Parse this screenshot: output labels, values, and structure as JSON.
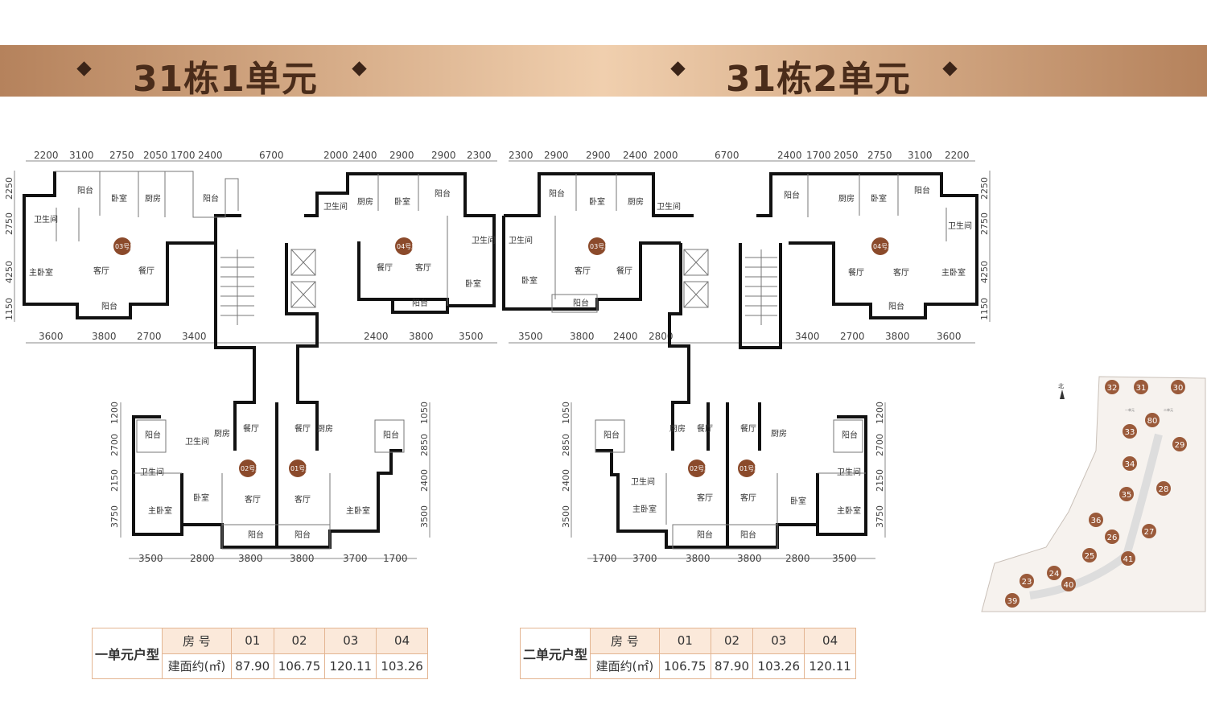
{
  "banner": {
    "left_title": "31栋1单元",
    "right_title": "31栋2单元"
  },
  "dims": {
    "u1_top": [
      "2200",
      "3100",
      "2750",
      "2050",
      "1700",
      "2400",
      "6700",
      "2000",
      "2400",
      "2900",
      "2900",
      "2300"
    ],
    "u1_mid": [
      "3600",
      "3800",
      "2700",
      "3400",
      "2400",
      "3800",
      "3500"
    ],
    "u1_bot": [
      "3500",
      "2800",
      "3800",
      "3800",
      "3700",
      "1700"
    ],
    "u1_left_v": [
      "2250",
      "2750",
      "4250",
      "1150"
    ],
    "u1_left2_v": [
      "1200",
      "2700",
      "2150",
      "3750"
    ],
    "u1_right_v": [
      "1050",
      "2850",
      "2400",
      "3500"
    ],
    "u2_top": [
      "2300",
      "2900",
      "2900",
      "2400",
      "2000",
      "6700",
      "2400",
      "1700",
      "2050",
      "2750",
      "3100",
      "2200"
    ],
    "u2_mid": [
      "3500",
      "3800",
      "2400",
      "2800",
      "3400",
      "2700",
      "3800",
      "3600"
    ],
    "u2_bot": [
      "1700",
      "3700",
      "3800",
      "3800",
      "2800",
      "3500"
    ],
    "u2_left_v": [
      "1050",
      "2850",
      "2400",
      "3500"
    ],
    "u2_right_v": [
      "2250",
      "2750",
      "4250",
      "1150"
    ],
    "u2_right2_v": [
      "1200",
      "2700",
      "2150",
      "3750"
    ]
  },
  "rooms": {
    "balcony": "阳台",
    "bedroom": "卧室",
    "kitchen": "厨房",
    "bathroom": "卫生间",
    "master": "主卧室",
    "living": "客厅",
    "dining": "餐厅"
  },
  "units": {
    "u03": "03号房",
    "u04": "04号房",
    "u02": "02号房",
    "u01": "01号房"
  },
  "sitemap": {
    "north": "北",
    "buildings": [
      "32",
      "31",
      "30",
      "80",
      "33",
      "29",
      "34",
      "35",
      "28",
      "36",
      "26",
      "27",
      "25",
      "41",
      "24",
      "23",
      "40",
      "39"
    ],
    "legend": [
      "一单元",
      "二单元"
    ]
  },
  "table1": {
    "unit_label": "一单元户型",
    "row1_label": "房 号",
    "row2_label": "建面约(㎡)",
    "rooms": [
      "01",
      "02",
      "03",
      "04"
    ],
    "areas": [
      "87.90",
      "106.75",
      "120.11",
      "103.26"
    ]
  },
  "table2": {
    "unit_label": "二单元户型",
    "row1_label": "房 号",
    "row2_label": "建面约(㎡)",
    "rooms": [
      "01",
      "02",
      "03",
      "04"
    ],
    "areas": [
      "106.75",
      "87.90",
      "103.26",
      "120.11"
    ]
  },
  "colors": {
    "banner_dark": "#b5825c",
    "banner_light": "#f0cfae",
    "badge": "#8b4a2b",
    "site_building": "#9a5a3a",
    "table_border": "#e3b592"
  }
}
